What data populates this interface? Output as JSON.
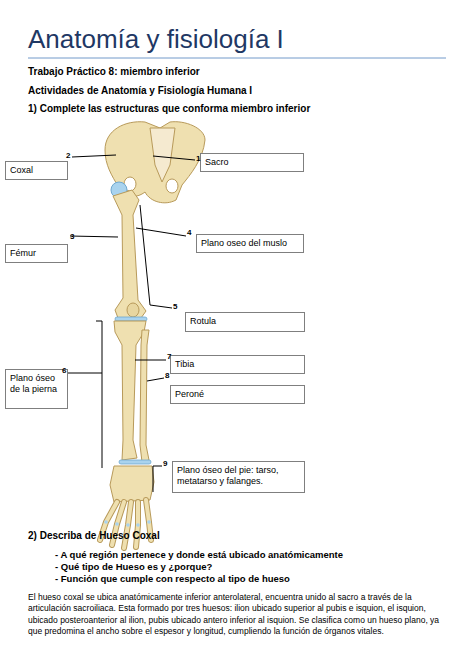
{
  "diagram": {
    "title": "Anatomía y fisiología I",
    "nodes": [
      {
        "text": [
          "Sacro"
        ]
      },
      {
        "text": [
          "Coxal"
        ]
      },
      {
        "text": [
          "Plano oseo del muslo"
        ]
      },
      {
        "text": [
          "Fémur"
        ]
      },
      {
        "text": [
          "Rotula"
        ]
      },
      {
        "text": [
          "Tibia"
        ]
      },
      {
        "text": [
          "Plano óseo de la pierna"
        ]
      },
      {
        "text": [
          "Peroné"
        ]
      },
      {
        "text": [
          "Plano óseo del pie: tarso, metatarso y falanges."
        ]
      }
    ],
    "labels": [
      "Trabajo Práctico 8: miembro inferior",
      "Actividades de Anatomía y Fisiología Humana I",
      "1) Complete las estructuras que conforma miembro inferior",
      "2",
      "1",
      "4",
      "3",
      "5",
      "7",
      "6",
      "8",
      "9",
      "2) Describa de Hueso Coxal",
      "- A qué región pertenece y donde está ubicado anatómicamente",
      "- Qué tipo de Hueso es y ¿porque?",
      "- Función que cumple con respecto al tipo de hueso",
      "El hueso coxal se ubica anatómicamente inferior anterolateral, encuentra unido al sacro a través de la articulación sacroiliaca. Esta formado por tres huesos: ilion ubicado superior al pubis e isquion, el isquion, ubicado posteroanterior al ilion, pubis ubicado antero inferior al isquion. Se clasifica como un hueso plano, ya que predomina el ancho sobre el espesor y longitud, cumpliendo la función de órganos vitales."
    ]
  }
}
